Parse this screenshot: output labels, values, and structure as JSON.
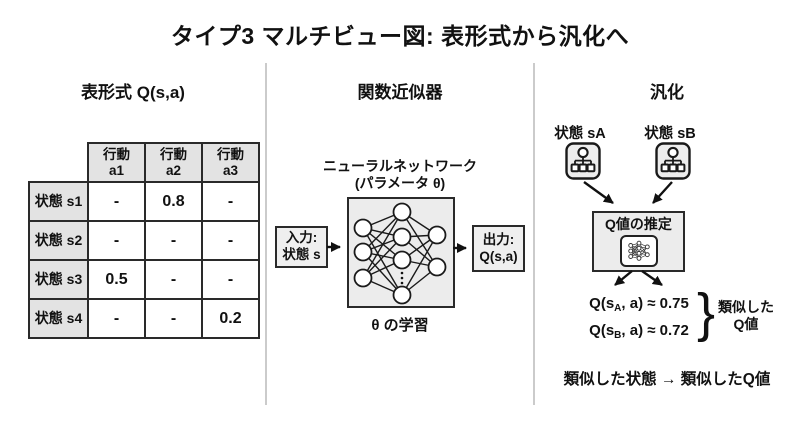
{
  "title": "タイプ3 マルチビュー図: 表形式から汎化へ",
  "colors": {
    "background": "#ffffff",
    "ink": "#111111",
    "box_fill": "#ececec",
    "table_header_fill": "#e3e3e3",
    "divider": "#cbcbcb"
  },
  "tabular": {
    "heading": "表形式 Q(s,a)",
    "table": {
      "corner": "",
      "col_headers": [
        "行動\na1",
        "行動\na2",
        "行動\na3"
      ],
      "row_headers": [
        "状態 s1",
        "状態 s2",
        "状態 s3",
        "状態 s4"
      ],
      "rows": [
        [
          "-",
          "0.8",
          "-"
        ],
        [
          "-",
          "-",
          "-"
        ],
        [
          "0.5",
          "-",
          "-"
        ],
        [
          "-",
          "-",
          "0.2"
        ]
      ]
    }
  },
  "approximator": {
    "heading": "関数近似器",
    "nn_title": "ニューラルネットワーク",
    "nn_subtitle": "(パラメータ θ)",
    "input_label": "入力:\n状態 s",
    "output_label": "出力:\nQ(s,a)",
    "caption": "θ の学習"
  },
  "generalization": {
    "heading": "汎化",
    "state_a": "状態 sA",
    "state_b": "状態 sB",
    "estimator": "Q値の推定",
    "eq_a": {
      "pre": "Q(s",
      "sub": "A",
      "post": ", a) ≈ 0.75"
    },
    "eq_b": {
      "pre": "Q(s",
      "sub": "B",
      "post": ", a) ≈ 0.72"
    },
    "brace": "}",
    "group_label": "類似した\nQ値",
    "note": "類似した状態 → 類似したQ値"
  }
}
